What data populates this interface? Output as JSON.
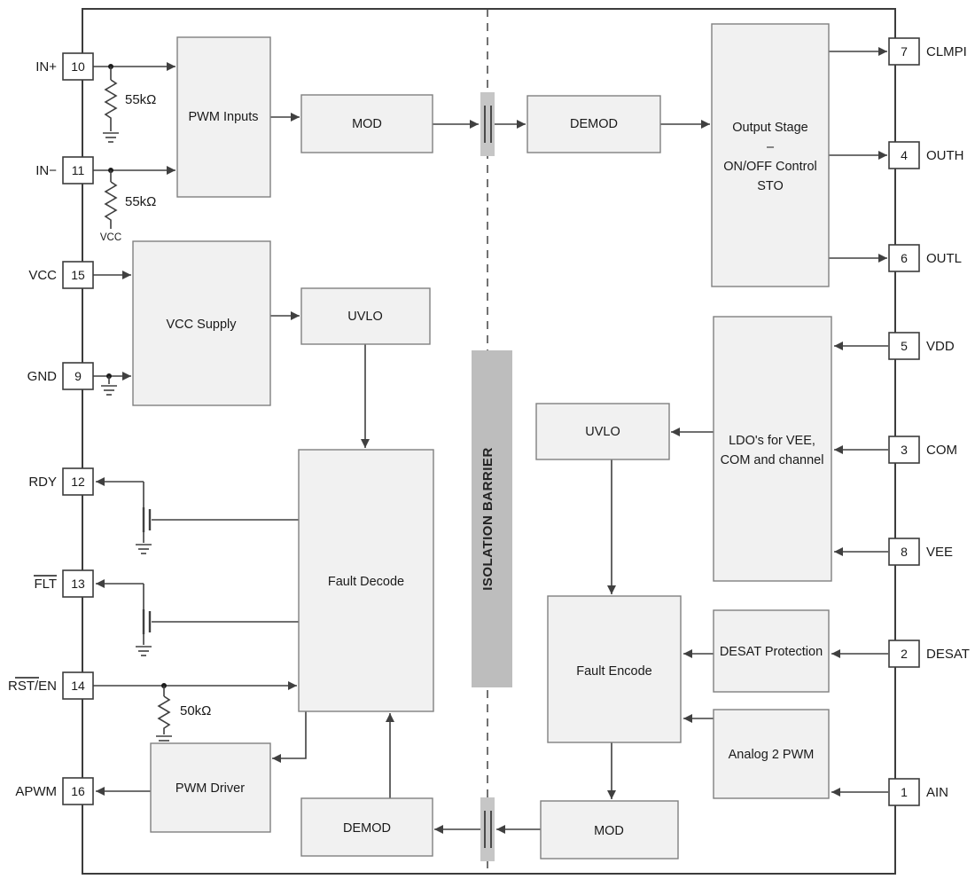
{
  "barrier": {
    "label": "ISOLATION BARRIER"
  },
  "pins": {
    "left": [
      {
        "label": "IN+",
        "number": "10"
      },
      {
        "label": "IN−",
        "number": "11"
      },
      {
        "label": "VCC",
        "number": "15"
      },
      {
        "label": "GND",
        "number": "9"
      },
      {
        "label": "RDY",
        "number": "12"
      },
      {
        "label": "FLT",
        "number": "13"
      },
      {
        "label": "RST/EN",
        "number": "14"
      },
      {
        "label": "APWM",
        "number": "16"
      }
    ],
    "right": [
      {
        "label": "CLMPI",
        "number": "7"
      },
      {
        "label": "OUTH",
        "number": "4"
      },
      {
        "label": "OUTL",
        "number": "6"
      },
      {
        "label": "VDD",
        "number": "5"
      },
      {
        "label": "COM",
        "number": "3"
      },
      {
        "label": "VEE",
        "number": "8"
      },
      {
        "label": "DESAT",
        "number": "2"
      },
      {
        "label": "AIN",
        "number": "1"
      }
    ]
  },
  "blocks": {
    "pwm_inputs": "PWM Inputs",
    "mod_top": "MOD",
    "demod_top": "DEMOD",
    "output_stage": {
      "line1": "Output Stage",
      "line2": "–",
      "line3": "ON/OFF Control",
      "line4": "STO"
    },
    "vcc_supply": "VCC Supply",
    "uvlo_left": "UVLO",
    "uvlo_right": "UVLO",
    "ldo": {
      "line1": "LDO's for VEE,",
      "line2": "COM and channel"
    },
    "fault_decode": "Fault Decode",
    "fault_encode": "Fault Encode",
    "desat_protection": "DESAT Protection",
    "analog2pwm": "Analog 2 PWM",
    "pwm_driver": "PWM Driver",
    "demod_bottom": "DEMOD",
    "mod_bottom": "MOD"
  },
  "annotations": {
    "r_in_plus": "55kΩ",
    "r_in_minus": "55kΩ",
    "r_rst": "50kΩ",
    "vcc_pullup": "VCC"
  },
  "colors": {
    "block_fill": "#f1f1f1",
    "block_stroke": "#808080",
    "wire": "#404040",
    "barrier_fill": "#bdbdbd"
  }
}
